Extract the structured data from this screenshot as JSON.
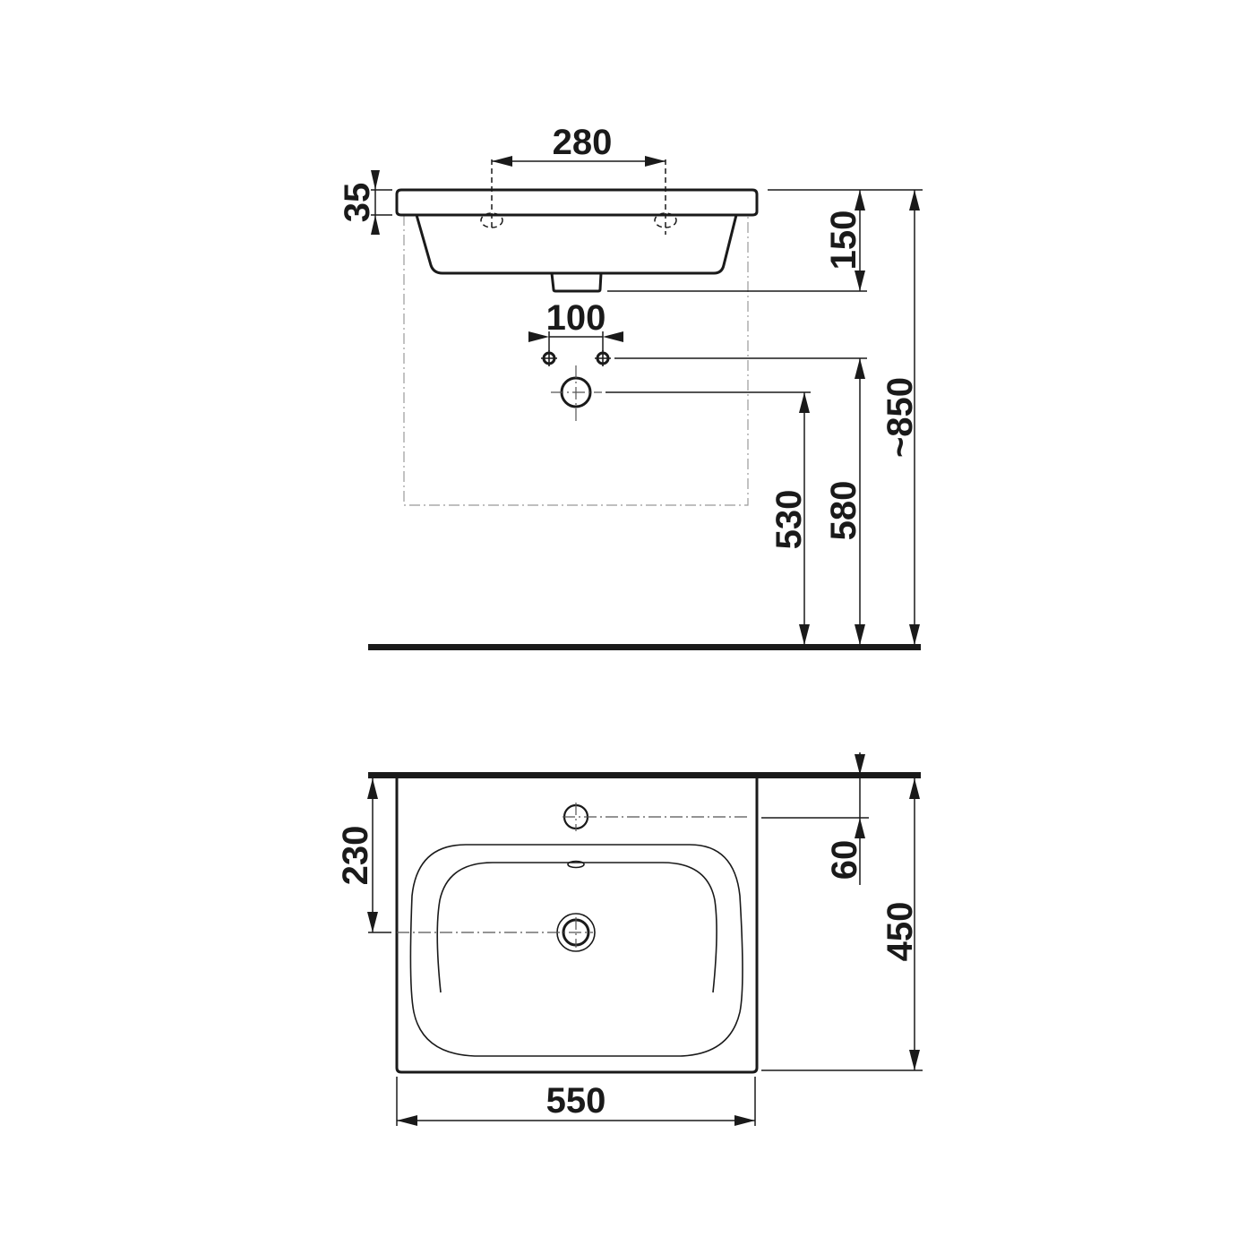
{
  "drawing": {
    "title": "Washbasin dimension drawing",
    "colors": {
      "line": "#1a1a1a",
      "centerline": "#555555",
      "ghost": "#999999",
      "background": "#ffffff"
    },
    "side_view": {
      "dimensions": {
        "tap_hole_spacing": "280",
        "rim_thickness": "35",
        "basin_depth": "150",
        "supply_spacing": "100",
        "total_height": "~850",
        "supply_height": "580",
        "waste_height": "530"
      }
    },
    "top_view": {
      "dimensions": {
        "depth_to_drain": "230",
        "tap_hole_offset": "60",
        "depth": "450",
        "width": "550"
      }
    }
  }
}
